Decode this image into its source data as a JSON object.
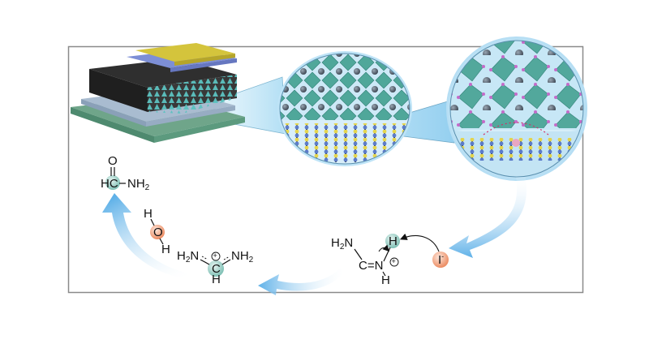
{
  "figure": {
    "colors": {
      "frame": "#8a8a8a",
      "arrow_blue": "#6fb8ea",
      "zoom_cone": "#bfe3f5",
      "ellipse_fill": "#cdeaf8",
      "octahedra": "#4fa79a",
      "cation_sphere": "#4e5966",
      "highlight_teal": "#8cc9c0",
      "highlight_orange": "#f2a27e",
      "top_electrode": "#d4c43c",
      "htl_layer": "#7d8fd6",
      "perovskite_block": "#2b2b2b",
      "etl_layer": "#a9bcd0",
      "substrate": "#6fa58a"
    },
    "device_icon": "solar-cell-stack-icon",
    "zoom_1_icon": "perovskite-lattice-icon",
    "zoom_2_icon": "distorted-lattice-icon"
  },
  "molecules": {
    "formamide": {
      "oxygen": "O",
      "hc": "HC",
      "nh2": "NH",
      "sub2": "2"
    },
    "water": {
      "h_top": "H",
      "o": "O",
      "h_bottom": "H"
    },
    "formamidinium": {
      "left": "H",
      "left_sub": "2",
      "left_n": "N",
      "charge": "+",
      "c": "C",
      "right": "NH",
      "right_sub": "2",
      "h": "H"
    },
    "imine_intermediate": {
      "h2n": "H",
      "h2n_sub": "2",
      "h2n_n": "N",
      "c_eq_n": "C=N",
      "h_highlight": "H",
      "charge": "+",
      "h_bottom": "H"
    },
    "iodide": {
      "symbol": "I",
      "charge": "-"
    }
  }
}
